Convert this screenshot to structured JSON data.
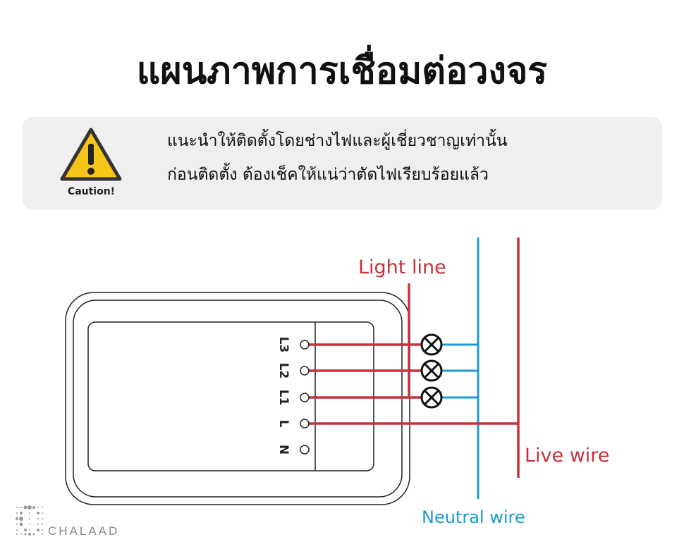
{
  "title": "แผนภาพการเชื่อมต่อวงจร",
  "caution": {
    "label": "Caution!",
    "lines": [
      "แนะนำให้ติดตั้งโดยช่างไฟและผู้เชี่ยวชาญเท่านั้น",
      "ก่อนติดตั้ง ต้องเช็คให้แน่ว่าตัดไฟเรียบร้อยแล้ว"
    ]
  },
  "diagram": {
    "terminals": [
      "L3",
      "L2",
      "L1",
      "L",
      "N"
    ],
    "light_line": "Light line",
    "live_wire": "Live wire",
    "neutral_wire": "Neutral wire",
    "colors": {
      "live": "#c8303a",
      "neutral": "#1a9ad6"
    }
  },
  "brand": "CHALAAD"
}
